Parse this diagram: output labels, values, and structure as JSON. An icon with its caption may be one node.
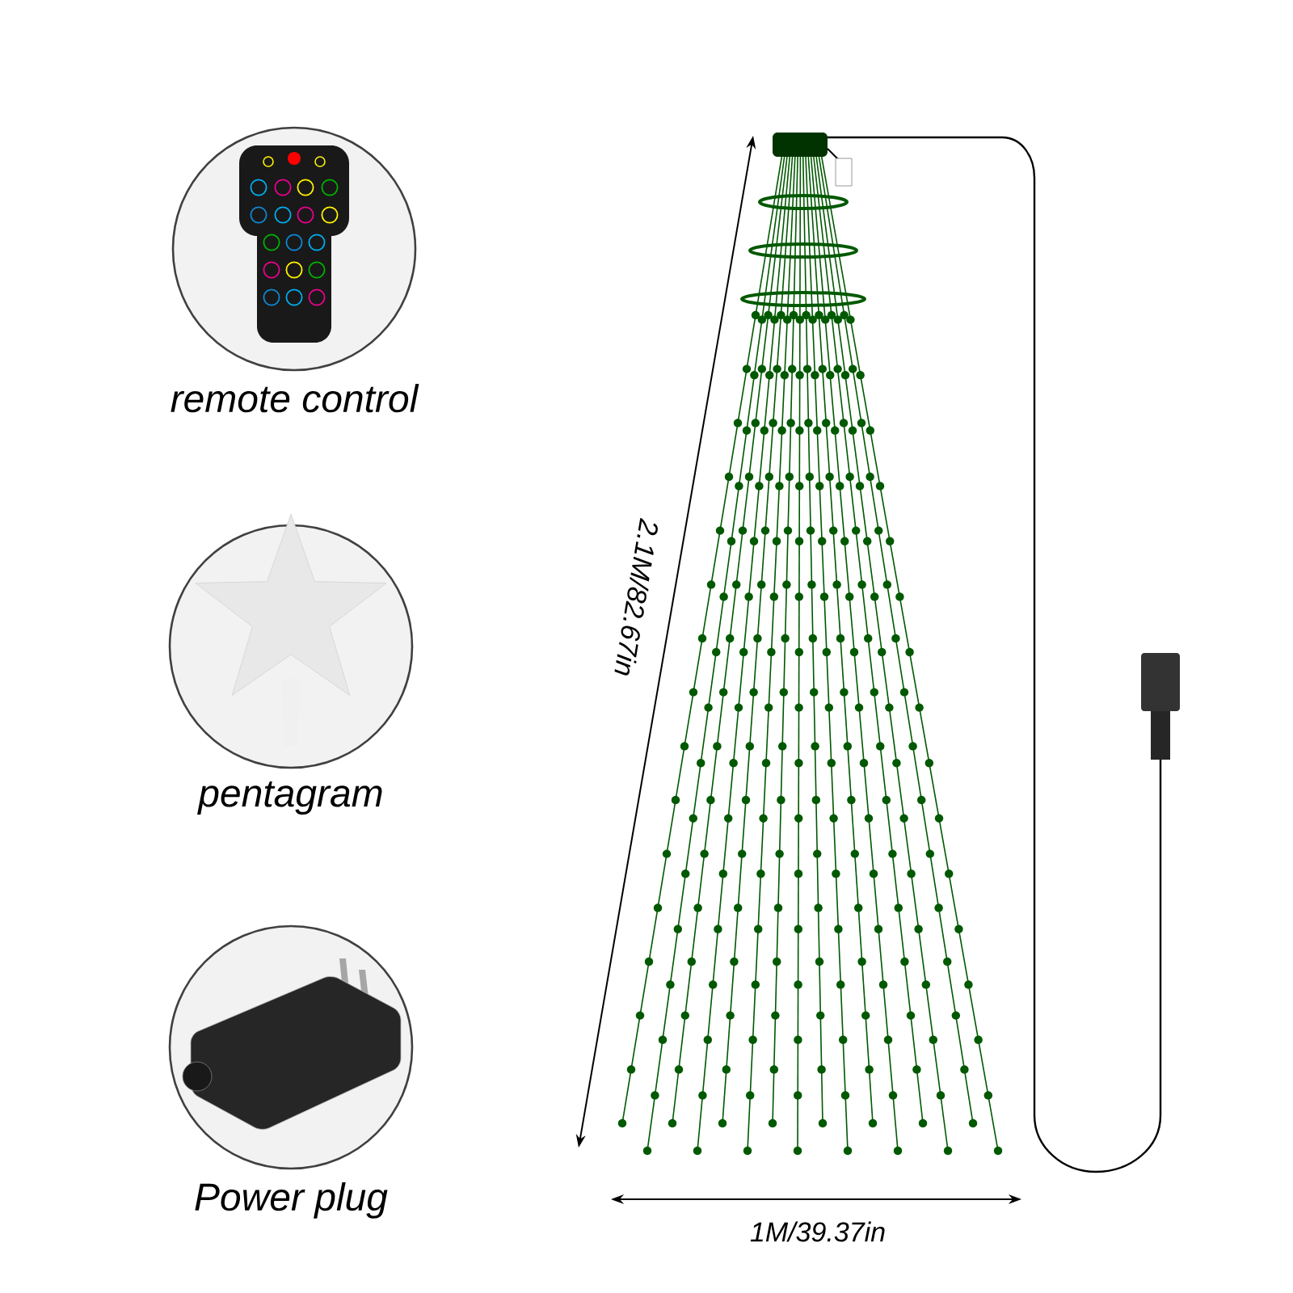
{
  "diagram": {
    "nodes": [
      {
        "text": [
          "remote control"
        ]
      },
      {
        "text": [
          "pentagram"
        ]
      },
      {
        "text": [
          "Power plug"
        ]
      }
    ],
    "labels": [
      "2.1M/82.67in",
      "1M/39.37in"
    ]
  }
}
